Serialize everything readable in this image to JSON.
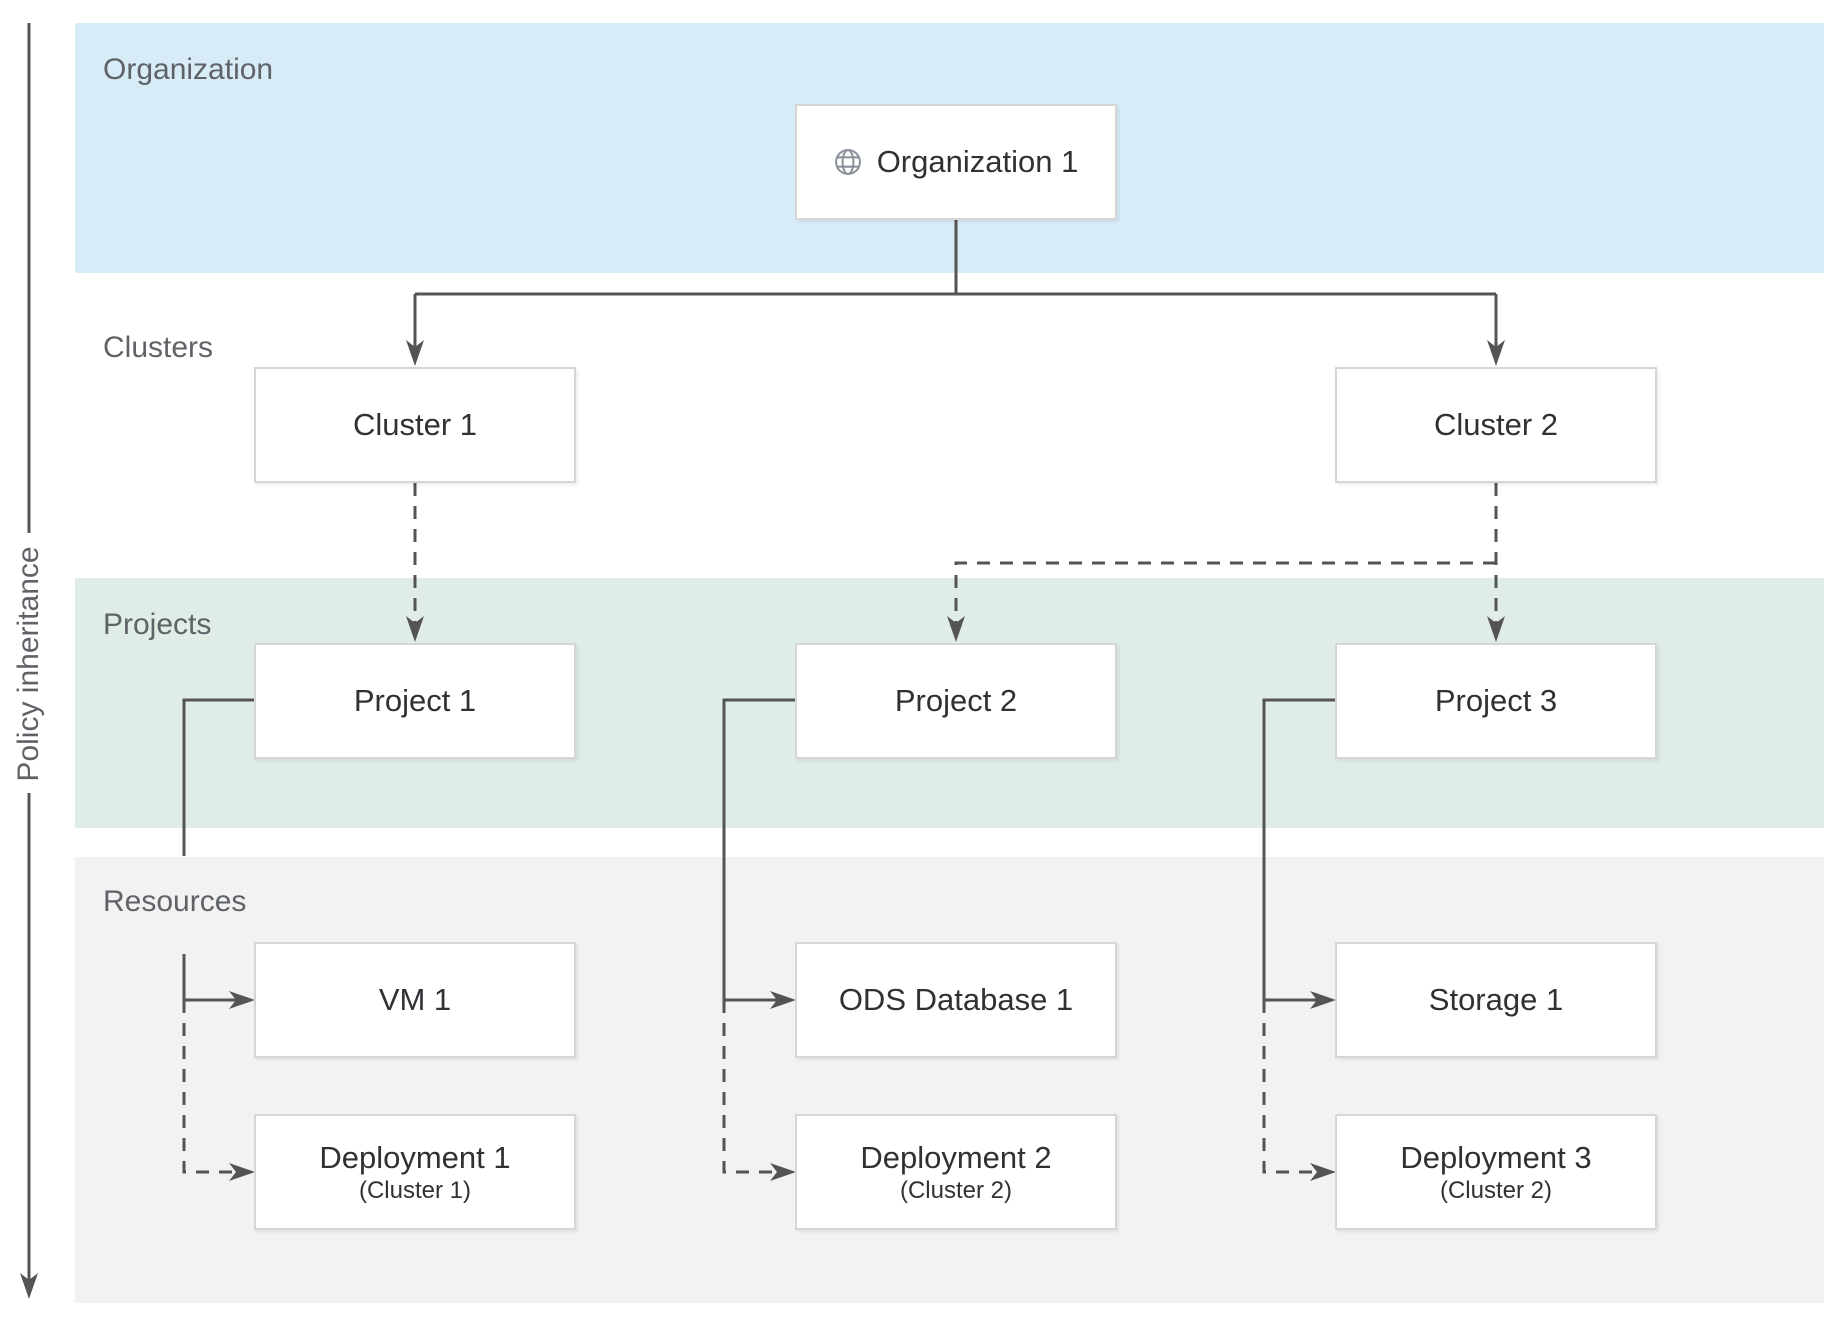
{
  "axis": {
    "label": "Policy inheritance"
  },
  "sections": {
    "organization": {
      "label": "Organization"
    },
    "clusters": {
      "label": "Clusters"
    },
    "projects": {
      "label": "Projects"
    },
    "resources": {
      "label": "Resources"
    }
  },
  "nodes": {
    "organization1": {
      "label": "Organization 1",
      "icon": "globe-icon"
    },
    "cluster1": {
      "label": "Cluster 1"
    },
    "cluster2": {
      "label": "Cluster 2"
    },
    "project1": {
      "label": "Project 1"
    },
    "project2": {
      "label": "Project 2"
    },
    "project3": {
      "label": "Project 3"
    },
    "vm1": {
      "label": "VM 1"
    },
    "ods_database1": {
      "label": "ODS Database 1"
    },
    "storage1": {
      "label": "Storage 1"
    },
    "deployment1": {
      "label": "Deployment 1",
      "sublabel": "(Cluster 1)"
    },
    "deployment2": {
      "label": "Deployment 2",
      "sublabel": "(Cluster 2)"
    },
    "deployment3": {
      "label": "Deployment 3",
      "sublabel": "(Cluster 2)"
    }
  },
  "edges": [
    {
      "from": "organization1",
      "to": "cluster1",
      "style": "solid"
    },
    {
      "from": "organization1",
      "to": "cluster2",
      "style": "solid"
    },
    {
      "from": "cluster1",
      "to": "project1",
      "style": "dashed"
    },
    {
      "from": "cluster2",
      "to": "project2",
      "style": "dashed"
    },
    {
      "from": "cluster2",
      "to": "project3",
      "style": "dashed"
    },
    {
      "from": "project1",
      "to": "vm1",
      "style": "solid"
    },
    {
      "from": "project1",
      "to": "deployment1",
      "style": "dashed"
    },
    {
      "from": "project2",
      "to": "ods_database1",
      "style": "solid"
    },
    {
      "from": "project2",
      "to": "deployment2",
      "style": "dashed"
    },
    {
      "from": "project3",
      "to": "storage1",
      "style": "solid"
    },
    {
      "from": "project3",
      "to": "deployment3",
      "style": "dashed"
    }
  ],
  "colors": {
    "organization_band": "#d8ecf8",
    "projects_band": "#dfede6",
    "resources_band": "#f2f2f2",
    "connector": "#545454",
    "section_label": "#5f6368",
    "node_border": "#d6d6d6",
    "node_text": "#303134",
    "globe_icon": "#8d939c"
  }
}
